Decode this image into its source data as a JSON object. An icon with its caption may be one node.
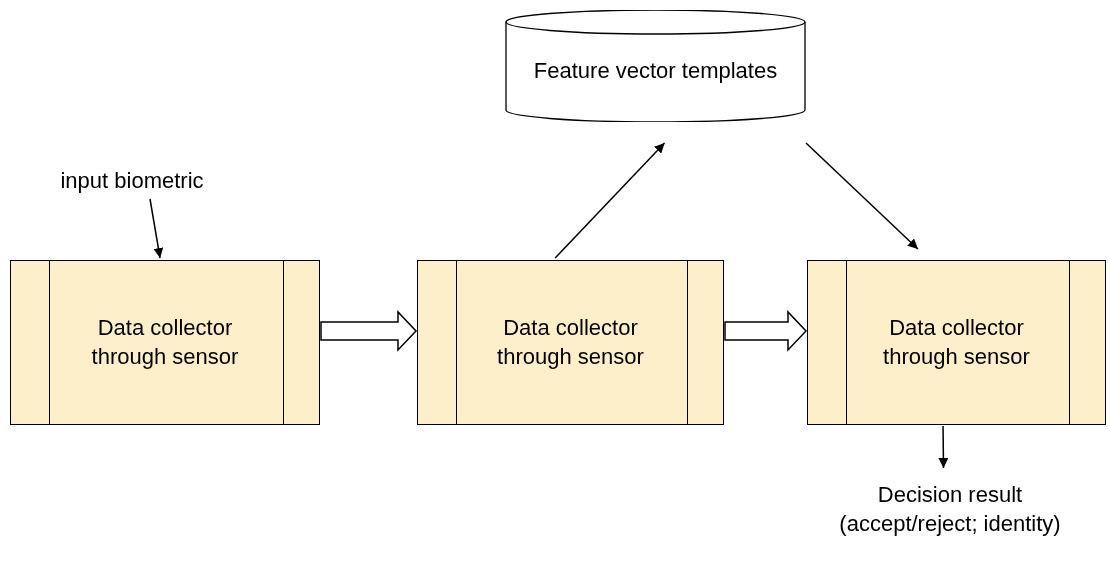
{
  "diagram": {
    "nodes": [
      {
        "text": [
          "Feature vector templates"
        ]
      },
      {
        "text": [
          "input biometric"
        ]
      },
      {
        "text": [
          "Data collector through sensor"
        ]
      },
      {
        "text": [
          "Data collector through sensor"
        ]
      },
      {
        "text": [
          "Data collector through sensor"
        ]
      },
      {
        "text": [
          "Decision result",
          "(accept/reject; identity)"
        ]
      }
    ],
    "edges": [
      {
        "from": 1,
        "to": 2,
        "arrow": "to"
      },
      {
        "from": 2,
        "to": 3,
        "arrow": "to",
        "style": "thick"
      },
      {
        "from": 3,
        "to": 4,
        "arrow": "to",
        "style": "thick"
      },
      {
        "from": 3,
        "to": 0,
        "arrow": "to"
      },
      {
        "from": 0,
        "to": 4,
        "arrow": "to"
      },
      {
        "from": 4,
        "to": 5,
        "arrow": "to"
      }
    ]
  }
}
